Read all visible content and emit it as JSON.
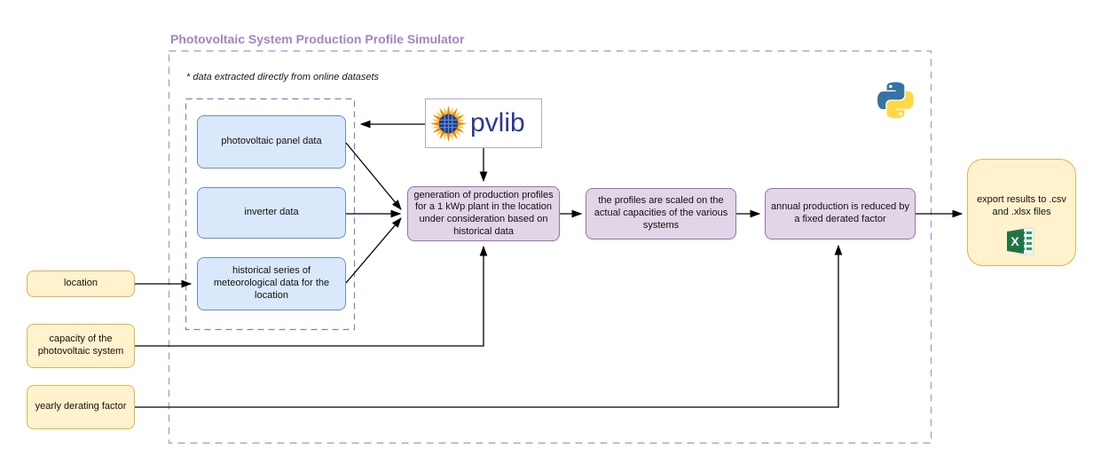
{
  "title": "Photovoltaic System Production Profile Simulator",
  "note": "* data extracted directly from online datasets",
  "pvlib": {
    "label": "pvlib"
  },
  "inputs": [
    {
      "label": "location"
    },
    {
      "label": "capacity of the photovoltaic system"
    },
    {
      "label": "yearly derating factor"
    }
  ],
  "datasets": [
    {
      "label": "photovoltaic panel data"
    },
    {
      "label": "inverter data"
    },
    {
      "label": "historical series of meteorological data for the location"
    }
  ],
  "process": [
    {
      "label": "generation of production profiles for a 1 kWp plant in the location under consideration based on historical data"
    },
    {
      "label": "the profiles are scaled on the actual capacities of the various systems"
    },
    {
      "label": "annual production is reduced by a fixed derated factor"
    }
  ],
  "output": {
    "label": "export results to .csv and .xlsx files"
  },
  "colors": {
    "dataset_fill": "#dae8fc",
    "dataset_stroke": "#6c8ebf",
    "process_fill": "#e1d5e7",
    "process_stroke": "#9673a6",
    "input_fill": "#fff2cc",
    "input_stroke": "#d6b656",
    "title_text": "#a285c4",
    "frame_stroke": "#ab94cf",
    "pvlib_text": "#2b3990",
    "excel_green": "#217346",
    "python_blue": "#3672a4",
    "python_yellow": "#ffd845",
    "arrow": "#000000"
  }
}
